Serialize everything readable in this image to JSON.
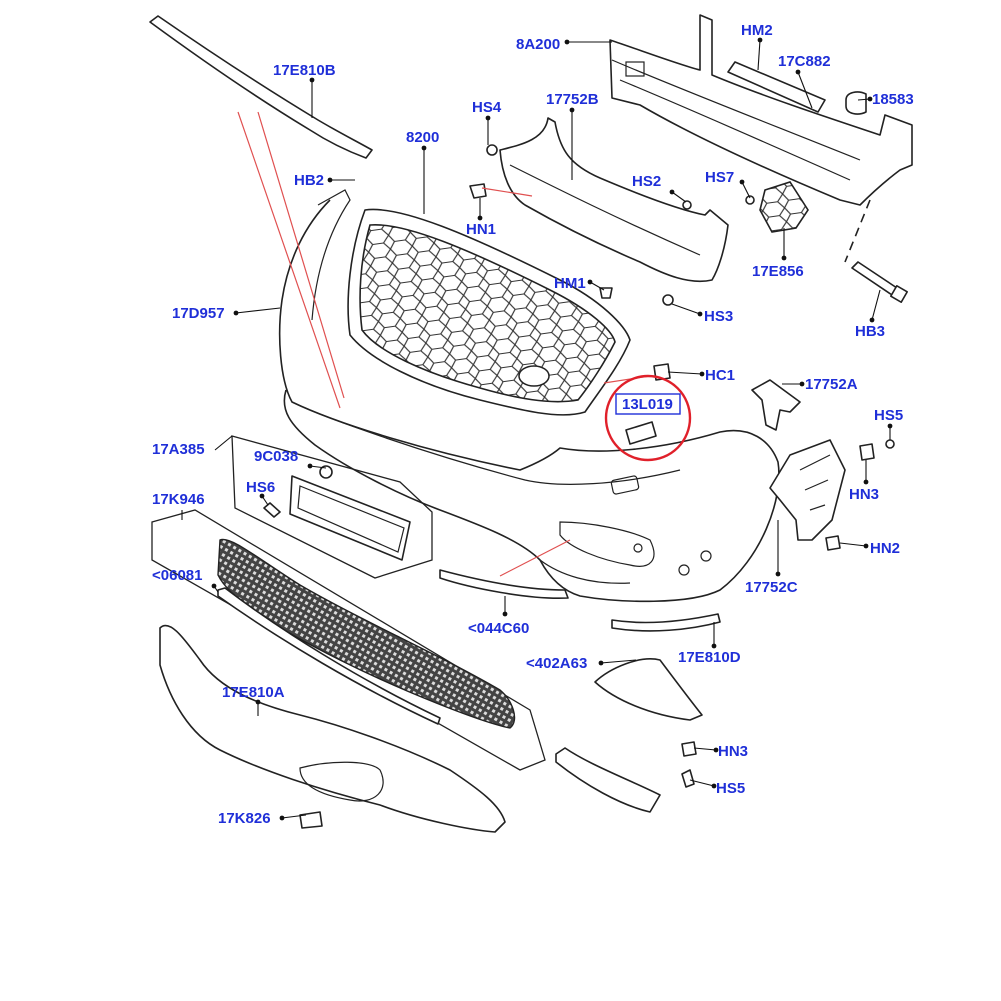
{
  "diagram": {
    "colors": {
      "label": "#1f2fd8",
      "highlight": "#e0202a",
      "reference_line": "#e05050",
      "line": "#222222"
    },
    "labels": [
      {
        "id": "17E810B",
        "text": "17E810B"
      },
      {
        "id": "8A200",
        "text": "8A200"
      },
      {
        "id": "HM2",
        "text": "HM2"
      },
      {
        "id": "17C882",
        "text": "17C882"
      },
      {
        "id": "18583",
        "text": "18583"
      },
      {
        "id": "HS4",
        "text": "HS4"
      },
      {
        "id": "17752B",
        "text": "17752B"
      },
      {
        "id": "8200",
        "text": "8200"
      },
      {
        "id": "HB2",
        "text": "HB2"
      },
      {
        "id": "HS2",
        "text": "HS2"
      },
      {
        "id": "HS7",
        "text": "HS7"
      },
      {
        "id": "HN1",
        "text": "HN1"
      },
      {
        "id": "17E856",
        "text": "17E856"
      },
      {
        "id": "HM1",
        "text": "HM1"
      },
      {
        "id": "17D957",
        "text": "17D957"
      },
      {
        "id": "HS3",
        "text": "HS3"
      },
      {
        "id": "HB3",
        "text": "HB3"
      },
      {
        "id": "HC1",
        "text": "HC1"
      },
      {
        "id": "17752A",
        "text": "17752A"
      },
      {
        "id": "13L019",
        "text": "13L019"
      },
      {
        "id": "HS5-upper",
        "text": "HS5"
      },
      {
        "id": "17A385",
        "text": "17A385"
      },
      {
        "id": "9C038",
        "text": "9C038"
      },
      {
        "id": "HN3-upper",
        "text": "HN3"
      },
      {
        "id": "HS6",
        "text": "HS6"
      },
      {
        "id": "17K946",
        "text": "17K946"
      },
      {
        "id": "HN2",
        "text": "HN2"
      },
      {
        "id": "06081",
        "text": "<06081"
      },
      {
        "id": "17752C",
        "text": "17752C"
      },
      {
        "id": "044C60",
        "text": "<044C60"
      },
      {
        "id": "17E810D",
        "text": "17E810D"
      },
      {
        "id": "402A63",
        "text": "<402A63"
      },
      {
        "id": "17E810A",
        "text": "17E810A"
      },
      {
        "id": "HN3-lower",
        "text": "HN3"
      },
      {
        "id": "HS5-lower",
        "text": "HS5"
      },
      {
        "id": "17K826",
        "text": "17K826"
      }
    ]
  }
}
